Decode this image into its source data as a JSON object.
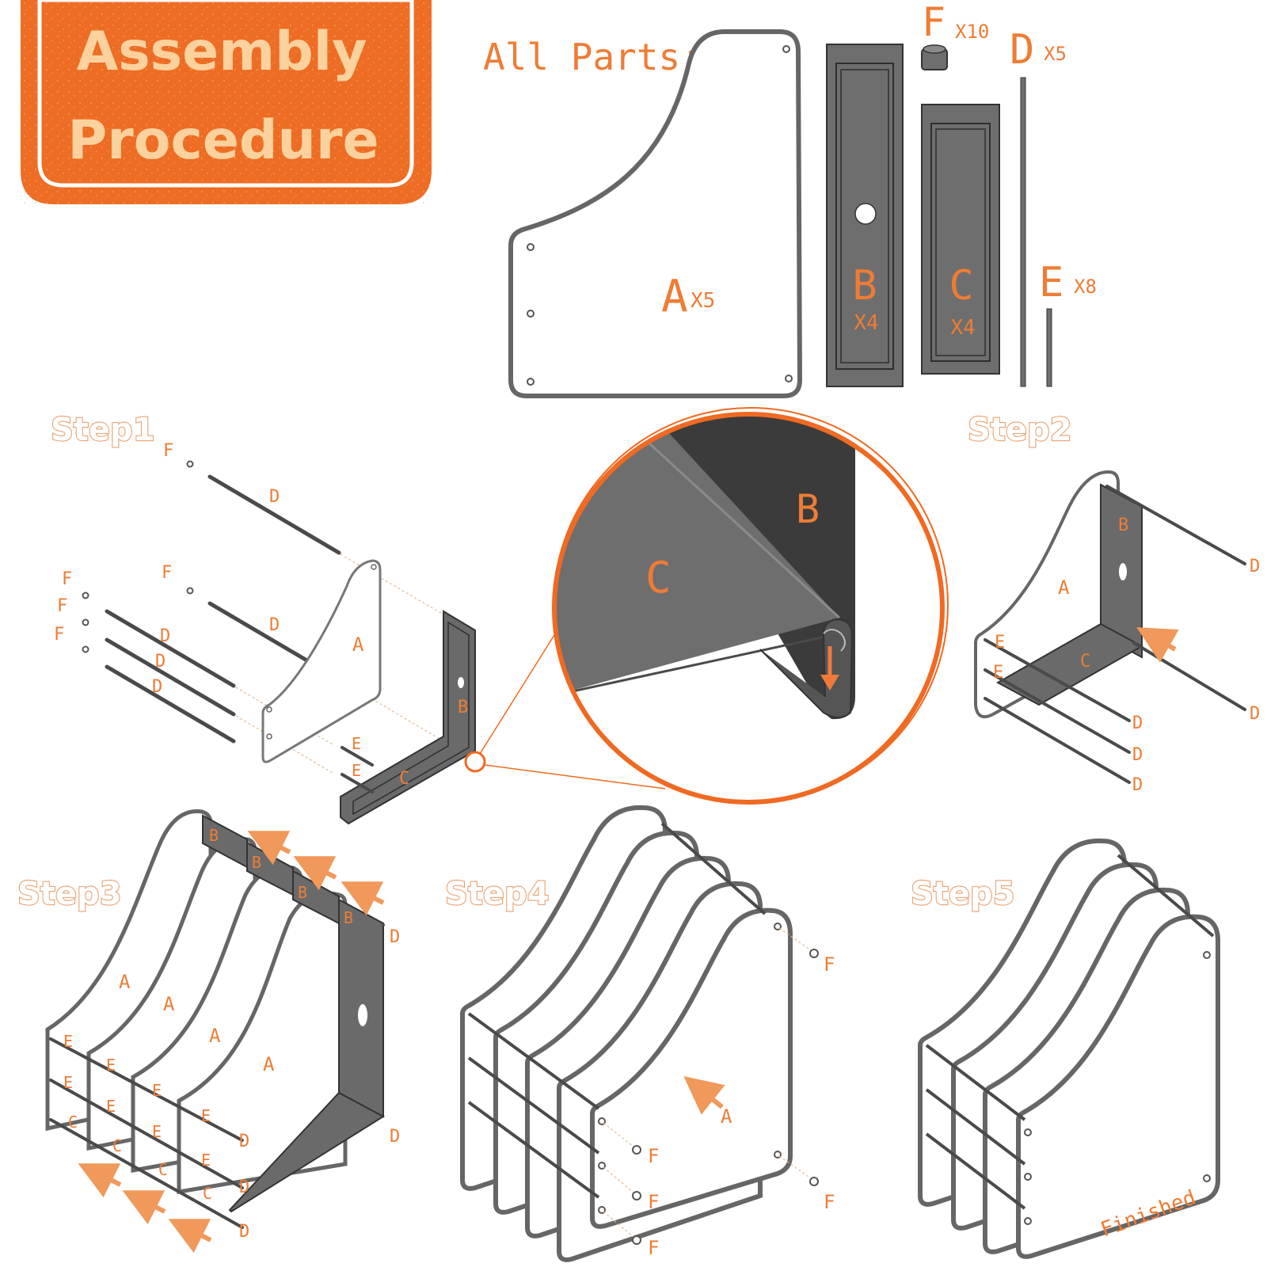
{
  "title": {
    "line1": "Assembly",
    "line2": "Procedure"
  },
  "parts": {
    "heading": "All Parts:",
    "A": {
      "letter": "A",
      "qty": "X5"
    },
    "B": {
      "letter": "B",
      "qty": "X4"
    },
    "C": {
      "letter": "C",
      "qty": "X4"
    },
    "D": {
      "letter": "D",
      "qty": "X5"
    },
    "E": {
      "letter": "E",
      "qty": "X8"
    },
    "F": {
      "letter": "F",
      "qty": "X10"
    }
  },
  "steps": {
    "step1": {
      "title": "Step1",
      "labels": {
        "A": "A",
        "B": "B",
        "C": "C",
        "D": "D",
        "E": "E",
        "F": "F"
      }
    },
    "step2": {
      "title": "Step2",
      "labels": {
        "A": "A",
        "B": "B",
        "C": "C",
        "D": "D",
        "E": "E"
      }
    },
    "step3": {
      "title": "Step3",
      "labels": {
        "A": "A",
        "B": "B",
        "C": "C",
        "D": "D",
        "E": "E"
      }
    },
    "step4": {
      "title": "Step4",
      "labels": {
        "A": "A",
        "F": "F"
      }
    },
    "step5": {
      "title": "Step5",
      "finished": "Finished"
    }
  },
  "detail": {
    "labels": {
      "B": "B",
      "C": "C"
    }
  },
  "colors": {
    "accent": "#ef7c35",
    "badge": "#ee6d24",
    "part": "#6e6e6e",
    "partDark": "#3d3d3d",
    "outline": "#555555"
  }
}
